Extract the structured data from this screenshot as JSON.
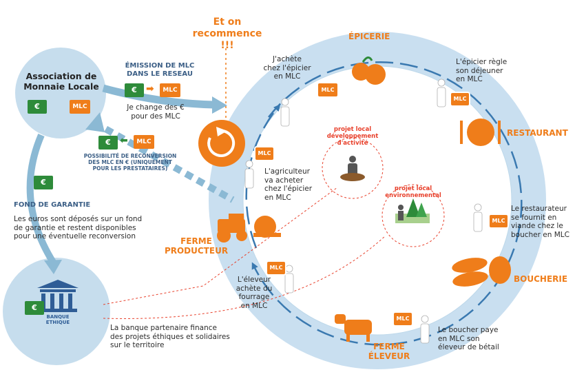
{
  "colors": {
    "orange": "#ef7d1a",
    "teal": "#3c5f86",
    "ring": "#c6dded",
    "ring_edge": "#8bb9d4",
    "green": "#2e8b3a",
    "red": "#e8412c"
  },
  "association": {
    "title_line1": "Association de",
    "title_line2": "Monnaie Locale",
    "euro_note": "€",
    "mlc_note": "MLC"
  },
  "emission": {
    "title_line1": "ÉMISSION DE MLC",
    "title_line2": "DANS LE RESEAU",
    "euro_note": "€",
    "mlc_note": "MLC",
    "text_line1": "Je change des €",
    "text_line2": "pour des MLC"
  },
  "reconversion": {
    "line1": "POSSIBILITÉ DE RECONVERSION",
    "line2": "DES MLC EN € (UNIQUEMENT",
    "line3": "POUR LES PRESTATAIRES)",
    "euro_note": "€",
    "mlc_note": "MLC"
  },
  "fond": {
    "title": "FOND DE GARANTIE",
    "line1": "Les euros sont déposés sur un fond",
    "line2": "de garantie et restent disponibles",
    "line3": "pour une éventuelle reconversion",
    "euro_note": "€"
  },
  "banque": {
    "label1": "BANQUE",
    "label2": "ETHIQUE",
    "euro_note": "€",
    "text_line1": "La  banque partenaire finance",
    "text_line2": "des projets éthiques et solidaires",
    "text_line3": "sur le territoire"
  },
  "recommence": {
    "line1": "Et on",
    "line2": "recommence !!!"
  },
  "stations": {
    "epicerie": "ÉPICERIE",
    "restaurant": "RESTAURANT",
    "boucherie": "BOUCHERIE",
    "ferme_eleveur1": "FERME",
    "ferme_eleveur2": "ÉLEVEUR",
    "ferme_producteur1": "FERME",
    "ferme_producteur2": "PRODUCTEUR"
  },
  "ring_texts": {
    "achete_epicier": [
      "J'achète",
      "chez l'épicier",
      "en MLC"
    ],
    "epicier_regle": [
      "L'épicier règle",
      "son déjeuner",
      "en MLC"
    ],
    "restaurateur": [
      "Le restaurateur",
      "se fournit en",
      "viande chez le",
      "boucher en MLC"
    ],
    "boucher_paye": [
      "Le boucher paye",
      "en MLC son",
      "éleveur de bétail"
    ],
    "eleveur": [
      "L'éleveur",
      "achète du",
      "fourrage",
      "en MLC"
    ],
    "agriculteur": [
      "L'agriculteur",
      "va acheter",
      "chez l'épicier",
      "en MLC"
    ]
  },
  "projects": {
    "activite": [
      "projet local",
      "développement",
      "d'activité"
    ],
    "environnement": [
      "projet local",
      "environnemental"
    ]
  },
  "mlc_label": "MLC"
}
